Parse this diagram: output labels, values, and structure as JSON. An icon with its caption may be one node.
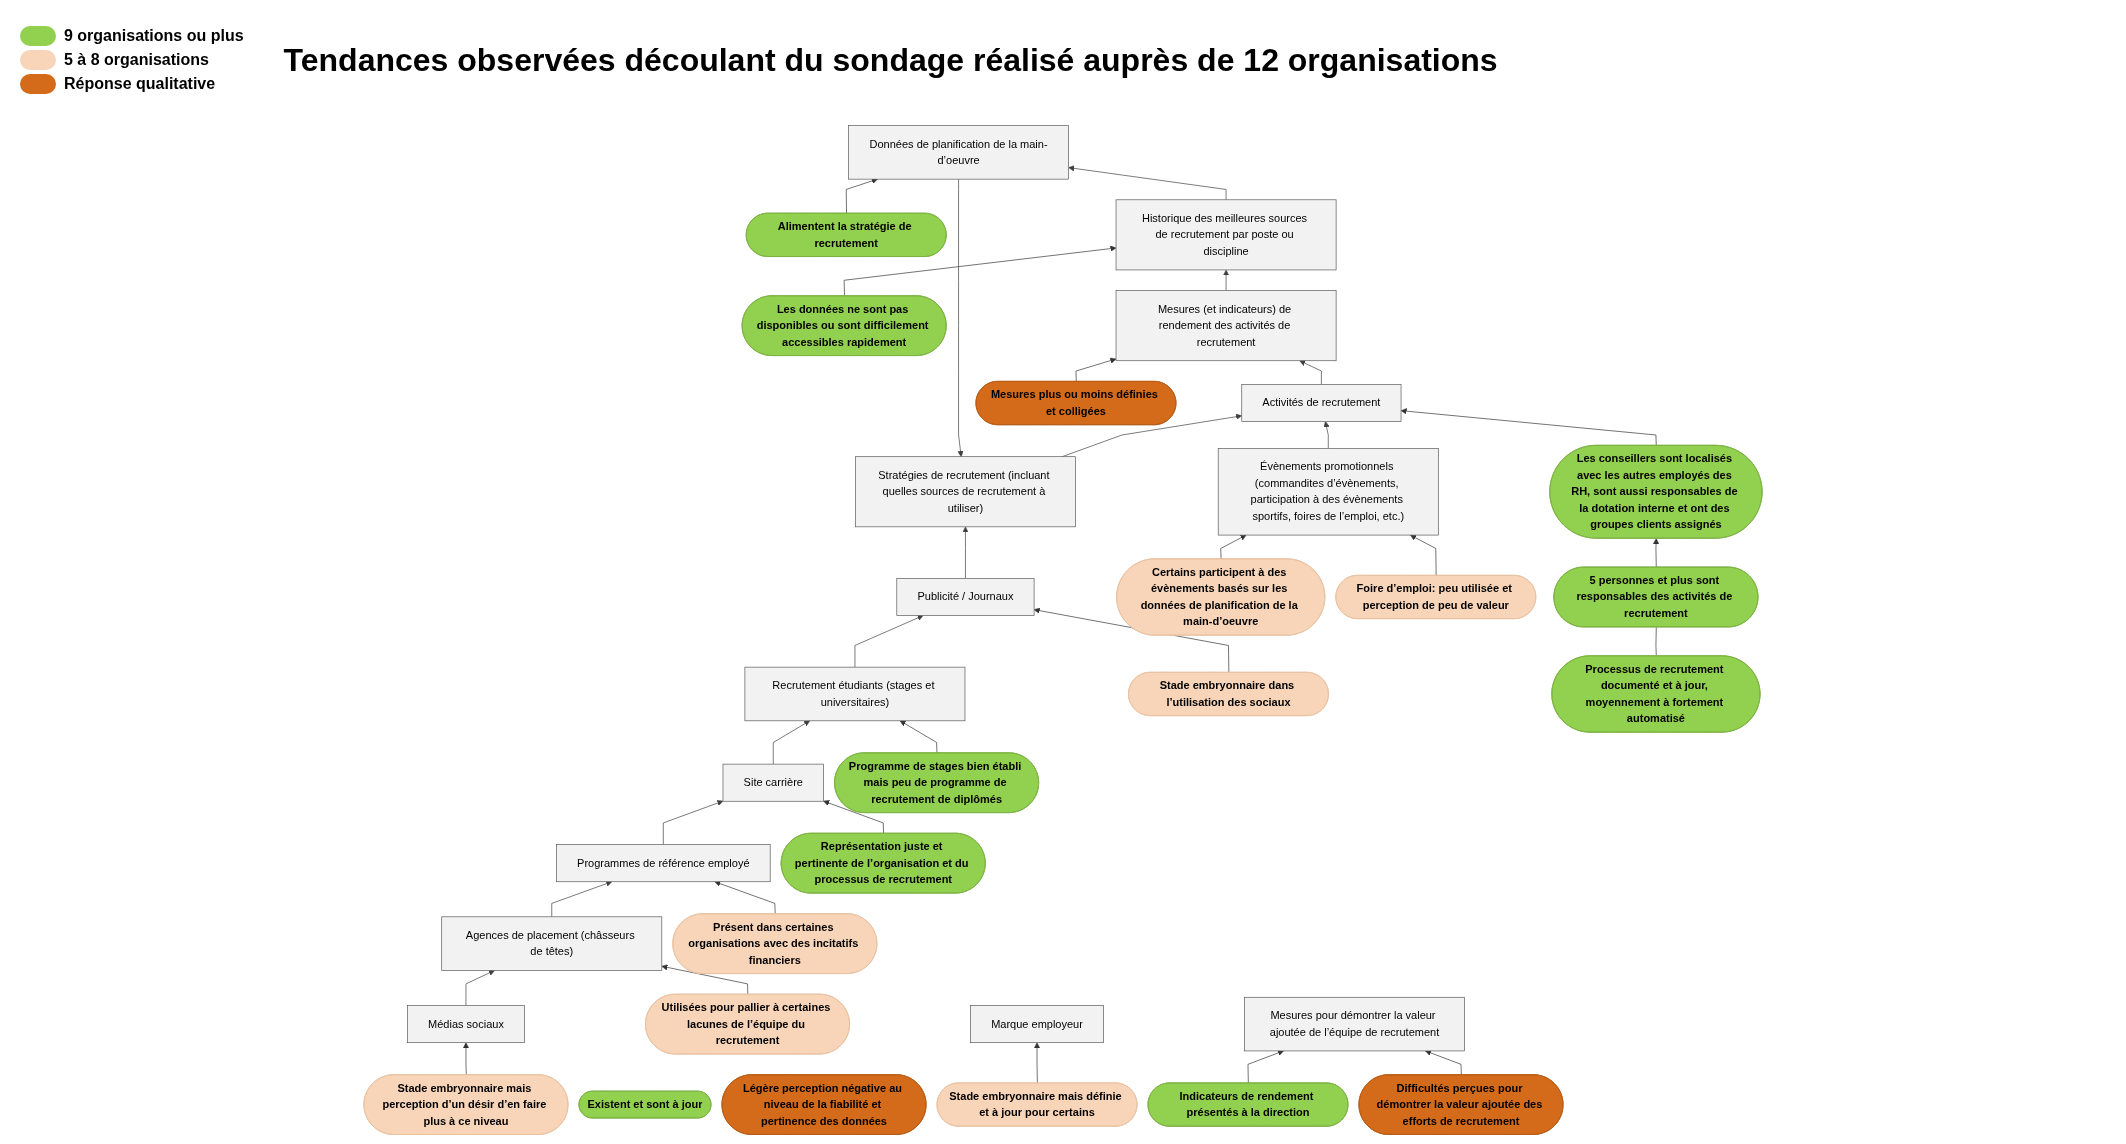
{
  "diagram": {
    "title": "Tendances observées découlant du sondage réalisé auprès de 12 organisations",
    "nodes": [
      {
        "text": [
          "Historique des meilleures sources de recrutement par poste ou discipline"
        ]
      },
      {
        "text": [
          "Données de planification de la main-d’oeuvre"
        ]
      },
      {
        "text": [
          "Stratégies de recrutement (incluant quelles sources de recrutement à utiliser)"
        ]
      },
      {
        "text": [
          "Activités de recrutement"
        ]
      },
      {
        "text": [
          "Mesures (et indicateurs) de rendement des activités de recrutement"
        ]
      },
      {
        "text": [
          "Légère perception négative au niveau de la fiabilité et pertinence des données"
        ]
      },
      {
        "text": [
          "Existent et sont à jour"
        ]
      },
      {
        "text": [
          "Publicité / Journaux"
        ]
      },
      {
        "text": [
          "Recrutement étudiants (stages et universitaires)"
        ]
      },
      {
        "text": [
          "Site carrière"
        ]
      },
      {
        "text": [
          "Programmes de référence employé"
        ]
      },
      {
        "text": [
          "Agences de placement (châsseurs de têtes)"
        ]
      },
      {
        "text": [
          "Médias sociaux"
        ]
      },
      {
        "text": [
          "Évènements promotionnels (commandites d’évènements, participation à des évènements sportifs, foires de l’emploi, etc.)"
        ]
      },
      {
        "text": [
          "Marque employeur"
        ]
      },
      {
        "text": [
          "Mesures pour démontrer la valeur ajoutée de l’équipe de recrutement"
        ]
      },
      {
        "text": [
          "Les données ne sont pas disponibles ou sont difficilement accessibles rapidement"
        ]
      },
      {
        "text": [
          "Alimentent la stratégie de recrutement"
        ]
      },
      {
        "text": [
          "Stade embryonnaire dans l’utilisation des sociaux"
        ]
      },
      {
        "text": [
          "Programme de stages bien établi mais peu de programme de recrutement de diplômés"
        ]
      },
      {
        "text": [
          "Stade embryonnaire mais définie et à jour pour certains"
        ]
      },
      {
        "text": [
          "Représentation juste et pertinente de l’organisation et du processus de recrutement"
        ]
      },
      {
        "text": [
          "Présent dans certaines organisations avec des incitatifs financiers"
        ]
      },
      {
        "text": [
          "Utilisées pour pallier à certaines lacunes de l’équipe du recrutement"
        ]
      },
      {
        "text": [
          "Stade embryonnaire mais perception d’un désir d’en faire plus à ce niveau"
        ]
      },
      {
        "text": [
          "Mesures plus ou moins définies et colligées"
        ]
      },
      {
        "text": [
          "Les conseillers sont localisés avec les autres employés des RH, sont aussi responsables de la dotation interne et ont des groupes clients assignés"
        ]
      },
      {
        "text": [
          "Certains participent à des évènements basés sur les données de planification de la main-d’oeuvre"
        ]
      },
      {
        "text": [
          "Foire d’emploi: peu utilisée et perception de peu de valeur"
        ]
      },
      {
        "text": [
          "5 personnes et plus sont responsables des activités de recrutement"
        ]
      },
      {
        "text": [
          "Processus de recrutement documenté et à jour, moyennement à fortement automatisé"
        ]
      },
      {
        "text": [
          "Difficultés perçues pour démontrer la valeur ajoutée des efforts de recrutement"
        ]
      },
      {
        "text": [
          "Indicateurs de rendement présentés à la direction"
        ]
      }
    ],
    "edges": [
      {
        "from": 0,
        "to": 1,
        "arrow": "to",
        "color": "#404040"
      },
      {
        "from": 1,
        "to": 2,
        "arrow": "to",
        "color": "#404040"
      },
      {
        "from": 2,
        "to": 3,
        "arrow": "to",
        "color": "#404040"
      },
      {
        "from": 3,
        "to": 4,
        "arrow": "to",
        "color": "#404040"
      },
      {
        "from": 4,
        "to": 0,
        "arrow": "to",
        "color": "#404040"
      },
      {
        "from": 7,
        "to": 2,
        "arrow": "to",
        "color": "#404040"
      },
      {
        "from": 8,
        "to": 7,
        "arrow": "to",
        "color": "#404040"
      },
      {
        "from": 9,
        "to": 8,
        "arrow": "to",
        "color": "#404040"
      },
      {
        "from": 10,
        "to": 9,
        "arrow": "to",
        "color": "#404040"
      },
      {
        "from": 11,
        "to": 10,
        "arrow": "to",
        "color": "#404040"
      },
      {
        "from": 12,
        "to": 11,
        "arrow": "to",
        "color": "#404040"
      },
      {
        "from": 13,
        "to": 3,
        "arrow": "to",
        "color": "#404040"
      },
      {
        "from": 16,
        "to": 0,
        "arrow": "to"
      },
      {
        "from": 17,
        "to": 1,
        "arrow": "to"
      },
      {
        "from": 18,
        "to": 7,
        "arrow": "to"
      },
      {
        "from": 19,
        "to": 8,
        "arrow": "to"
      },
      {
        "from": 20,
        "to": 14,
        "arrow": "to"
      },
      {
        "from": 21,
        "to": 9,
        "arrow": "to"
      },
      {
        "from": 22,
        "to": 10,
        "arrow": "to"
      },
      {
        "from": 23,
        "to": 11,
        "arrow": "to"
      },
      {
        "from": 24,
        "to": 12,
        "arrow": "to"
      },
      {
        "from": 25,
        "to": 4,
        "arrow": "to"
      },
      {
        "from": 26,
        "to": 3,
        "arrow": "to"
      },
      {
        "from": 27,
        "to": 13,
        "arrow": "to"
      },
      {
        "from": 28,
        "to": 13,
        "arrow": "to"
      },
      {
        "from": 29,
        "to": 26,
        "arrow": "to"
      },
      {
        "from": 30,
        "to": 29,
        "arrow": "none"
      },
      {
        "from": 31,
        "to": 15,
        "arrow": "to"
      },
      {
        "from": 32,
        "to": 15,
        "arrow": "to"
      }
    ],
    "legend": [
      {
        "text": "9 organisations ou plus",
        "color": "#92d050"
      },
      {
        "text": "5 à 8 organisations",
        "color": "#f8d5b8"
      },
      {
        "text": "Réponse qualitative",
        "color": "#d46b1b"
      }
    ]
  }
}
